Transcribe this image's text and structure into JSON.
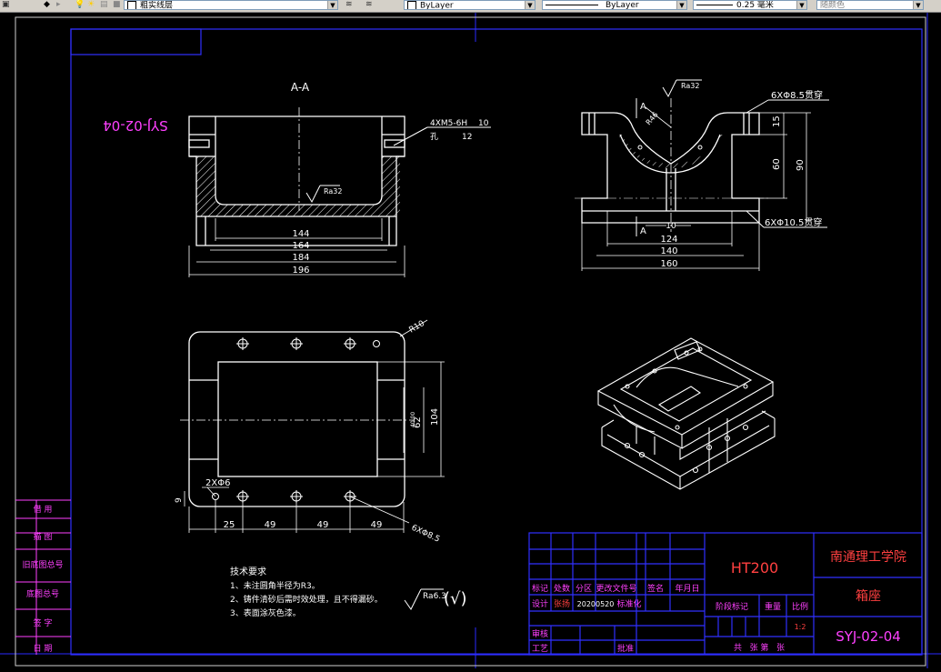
{
  "toolbar": {
    "layer_name": "粗实线层",
    "color_value": "ByLayer",
    "linetype_value": "ByLayer",
    "lineweight_value": "0.25 毫米",
    "plotstyle_value": "随颜色"
  },
  "drawing": {
    "corner_code_mirrored": "SYJ-02-04",
    "section_label": "A-A",
    "section_arrow_label": "A",
    "thread_note": "4XM5-6H",
    "thread_depth": "10",
    "hole_depth": "孔",
    "hole_depth_value": "12",
    "roughness_main": "Ra32",
    "roughness_side": "Ra32",
    "dims_front": [
      "144",
      "164",
      "184",
      "196"
    ],
    "dims_side": [
      "124",
      "140",
      "160"
    ],
    "side_dim_vertical": [
      "15",
      "60",
      "90"
    ],
    "side_hole_top": "6XΦ8.5贯穿",
    "side_hole_bottom": "6XΦ10.5贯穿",
    "side_radius": "R46",
    "side_small_dim": "10",
    "top_radius": "R10",
    "top_dims_horizontal": [
      "25",
      "49",
      "49",
      "49"
    ],
    "top_dim_vertical": [
      "62",
      "104"
    ],
    "top_dim_inner": "40.00",
    "top_small_holes": "2XΦ6",
    "top_dim_left": "9",
    "top_hole_note": "6XΦ8.5",
    "tech_title": "技术要求",
    "tech_items": [
      "1、未注圆角半径为R3。",
      "2、铸件清砂后需时效处理，且不得漏砂。",
      "3、表面涂灰色漆。"
    ],
    "general_roughness": "Ra6.3"
  },
  "left_strip": [
    "借 用",
    "描 图",
    "旧底图总号",
    "底图总号",
    "签 字",
    "日 期"
  ],
  "title_block": {
    "material": "HT200",
    "school": "南通理工学院",
    "part_name": "箱座",
    "drawing_code": "SYJ-02-04",
    "row_labels": [
      "标记",
      "处数",
      "分区",
      "更改文件号",
      "签名",
      "年月日"
    ],
    "designer_label": "设计",
    "designer_name": "张扬",
    "design_date": "20200520",
    "standardize_label": "标准化",
    "review_label": "审核",
    "process_label": "工艺",
    "approve_label": "批准",
    "stage_label": "阶段标记",
    "weight_label": "重量",
    "scale_label": "比例",
    "scale_value": "1:2",
    "sheets_label": "共   张 第   张"
  }
}
